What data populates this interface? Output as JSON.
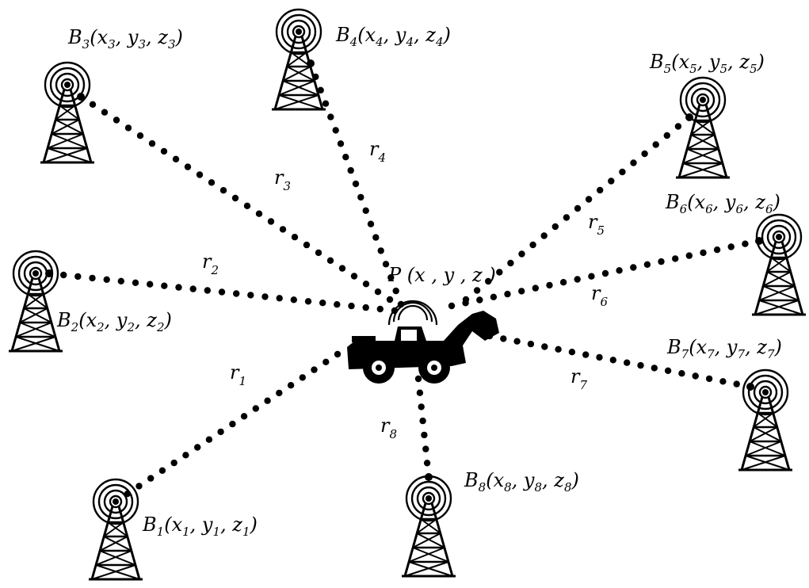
{
  "diagram": {
    "center": {
      "label": "P",
      "coords": [
        {
          "main": "x",
          "sub": ""
        },
        {
          "main": "y",
          "sub": ""
        },
        {
          "main": "z",
          "sub": ""
        }
      ],
      "icon": "wheel-loader-icon"
    },
    "stations": [
      {
        "id": "B1",
        "name": "B",
        "sub": "1",
        "coords": [
          {
            "main": "x",
            "sub": "1"
          },
          {
            "main": "y",
            "sub": "1"
          },
          {
            "main": "z",
            "sub": "1"
          }
        ],
        "range_name": "r",
        "range_sub": "1",
        "icon": "radio-tower-icon"
      },
      {
        "id": "B2",
        "name": "B",
        "sub": "2",
        "coords": [
          {
            "main": "x",
            "sub": "2"
          },
          {
            "main": "y",
            "sub": "2"
          },
          {
            "main": "z",
            "sub": "2"
          }
        ],
        "range_name": "r",
        "range_sub": "2",
        "icon": "radio-tower-icon"
      },
      {
        "id": "B3",
        "name": "B",
        "sub": "3",
        "coords": [
          {
            "main": "x",
            "sub": "3"
          },
          {
            "main": "y",
            "sub": "3"
          },
          {
            "main": "z",
            "sub": "3"
          }
        ],
        "range_name": "r",
        "range_sub": "3",
        "icon": "radio-tower-icon"
      },
      {
        "id": "B4",
        "name": "B",
        "sub": "4",
        "coords": [
          {
            "main": "x",
            "sub": "4"
          },
          {
            "main": "y",
            "sub": "4"
          },
          {
            "main": "z",
            "sub": "4"
          }
        ],
        "range_name": "r",
        "range_sub": "4",
        "icon": "radio-tower-icon"
      },
      {
        "id": "B5",
        "name": "B",
        "sub": "5",
        "coords": [
          {
            "main": "x",
            "sub": "5"
          },
          {
            "main": "y",
            "sub": "5"
          },
          {
            "main": "z",
            "sub": "5"
          }
        ],
        "range_name": "r",
        "range_sub": "5",
        "icon": "radio-tower-icon"
      },
      {
        "id": "B6",
        "name": "B",
        "sub": "6",
        "coords": [
          {
            "main": "x",
            "sub": "6"
          },
          {
            "main": "y",
            "sub": "6"
          },
          {
            "main": "z",
            "sub": "6"
          }
        ],
        "range_name": "r",
        "range_sub": "6",
        "icon": "radio-tower-icon"
      },
      {
        "id": "B7",
        "name": "B",
        "sub": "7",
        "coords": [
          {
            "main": "x",
            "sub": "7"
          },
          {
            "main": "y",
            "sub": "7"
          },
          {
            "main": "z",
            "sub": "7"
          }
        ],
        "range_name": "r",
        "range_sub": "7",
        "icon": "radio-tower-icon"
      },
      {
        "id": "B8",
        "name": "B",
        "sub": "8",
        "coords": [
          {
            "main": "x",
            "sub": "8"
          },
          {
            "main": "y",
            "sub": "8"
          },
          {
            "main": "z",
            "sub": "8"
          }
        ],
        "range_name": "r",
        "range_sub": "8",
        "icon": "radio-tower-icon"
      }
    ],
    "colors": {
      "ink": "#000000",
      "background": "#ffffff"
    }
  }
}
